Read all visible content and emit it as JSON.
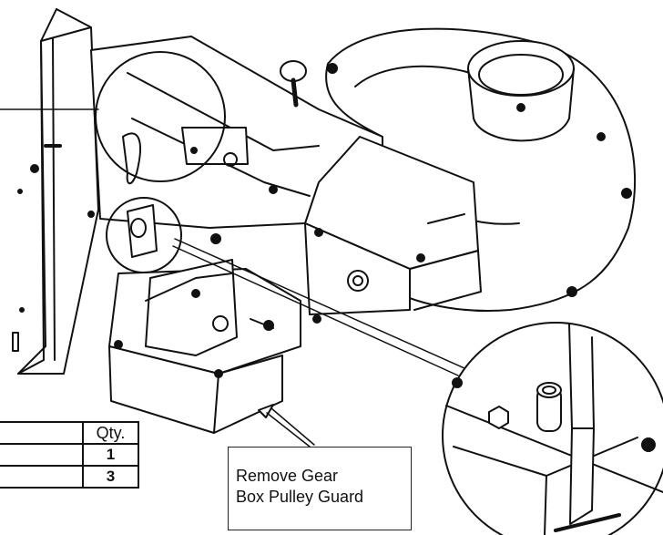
{
  "callout": {
    "line1": "Remove Gear",
    "line2": "Box Pulley Guard"
  },
  "parts_table": {
    "header": [
      "",
      "Qty."
    ],
    "rows": [
      [
        "",
        "1"
      ],
      [
        "",
        "3"
      ]
    ]
  },
  "colors": {
    "line": "#111111",
    "background": "#ffffff"
  }
}
